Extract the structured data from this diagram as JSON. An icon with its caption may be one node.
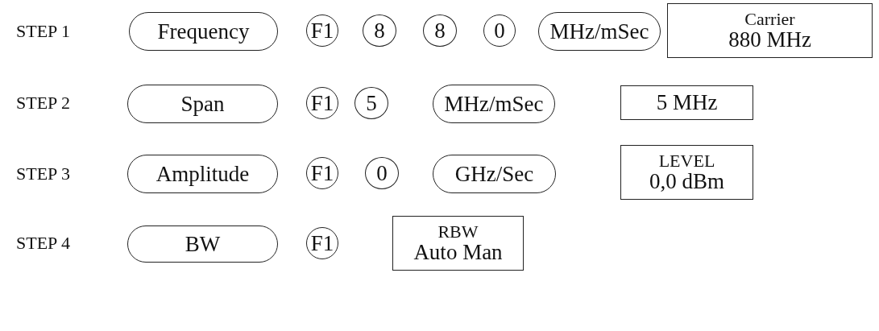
{
  "diagram": {
    "nodes": [
      {
        "text": [
          "Frequency"
        ]
      },
      {
        "text": [
          "F1"
        ]
      },
      {
        "text": [
          "8"
        ]
      },
      {
        "text": [
          "8"
        ]
      },
      {
        "text": [
          "0"
        ]
      },
      {
        "text": [
          "MHz/mSec"
        ]
      },
      {
        "text": [
          "Carrier",
          "880 MHz"
        ]
      },
      {
        "text": [
          "Span"
        ]
      },
      {
        "text": [
          "F1"
        ]
      },
      {
        "text": [
          "5"
        ]
      },
      {
        "text": [
          "MHz/mSec"
        ]
      },
      {
        "text": [
          "5 MHz"
        ]
      },
      {
        "text": [
          "Amplitude"
        ]
      },
      {
        "text": [
          "F1"
        ]
      },
      {
        "text": [
          "0"
        ]
      },
      {
        "text": [
          "GHz/Sec"
        ]
      },
      {
        "text": [
          "LEVEL",
          "0,0 dBm"
        ]
      },
      {
        "text": [
          "BW"
        ]
      },
      {
        "text": [
          "F1"
        ]
      },
      {
        "text": [
          "RBW",
          "Auto Man"
        ]
      }
    ],
    "labels": [
      "STEP 1",
      "STEP 2",
      "STEP 3",
      "STEP 4"
    ]
  }
}
